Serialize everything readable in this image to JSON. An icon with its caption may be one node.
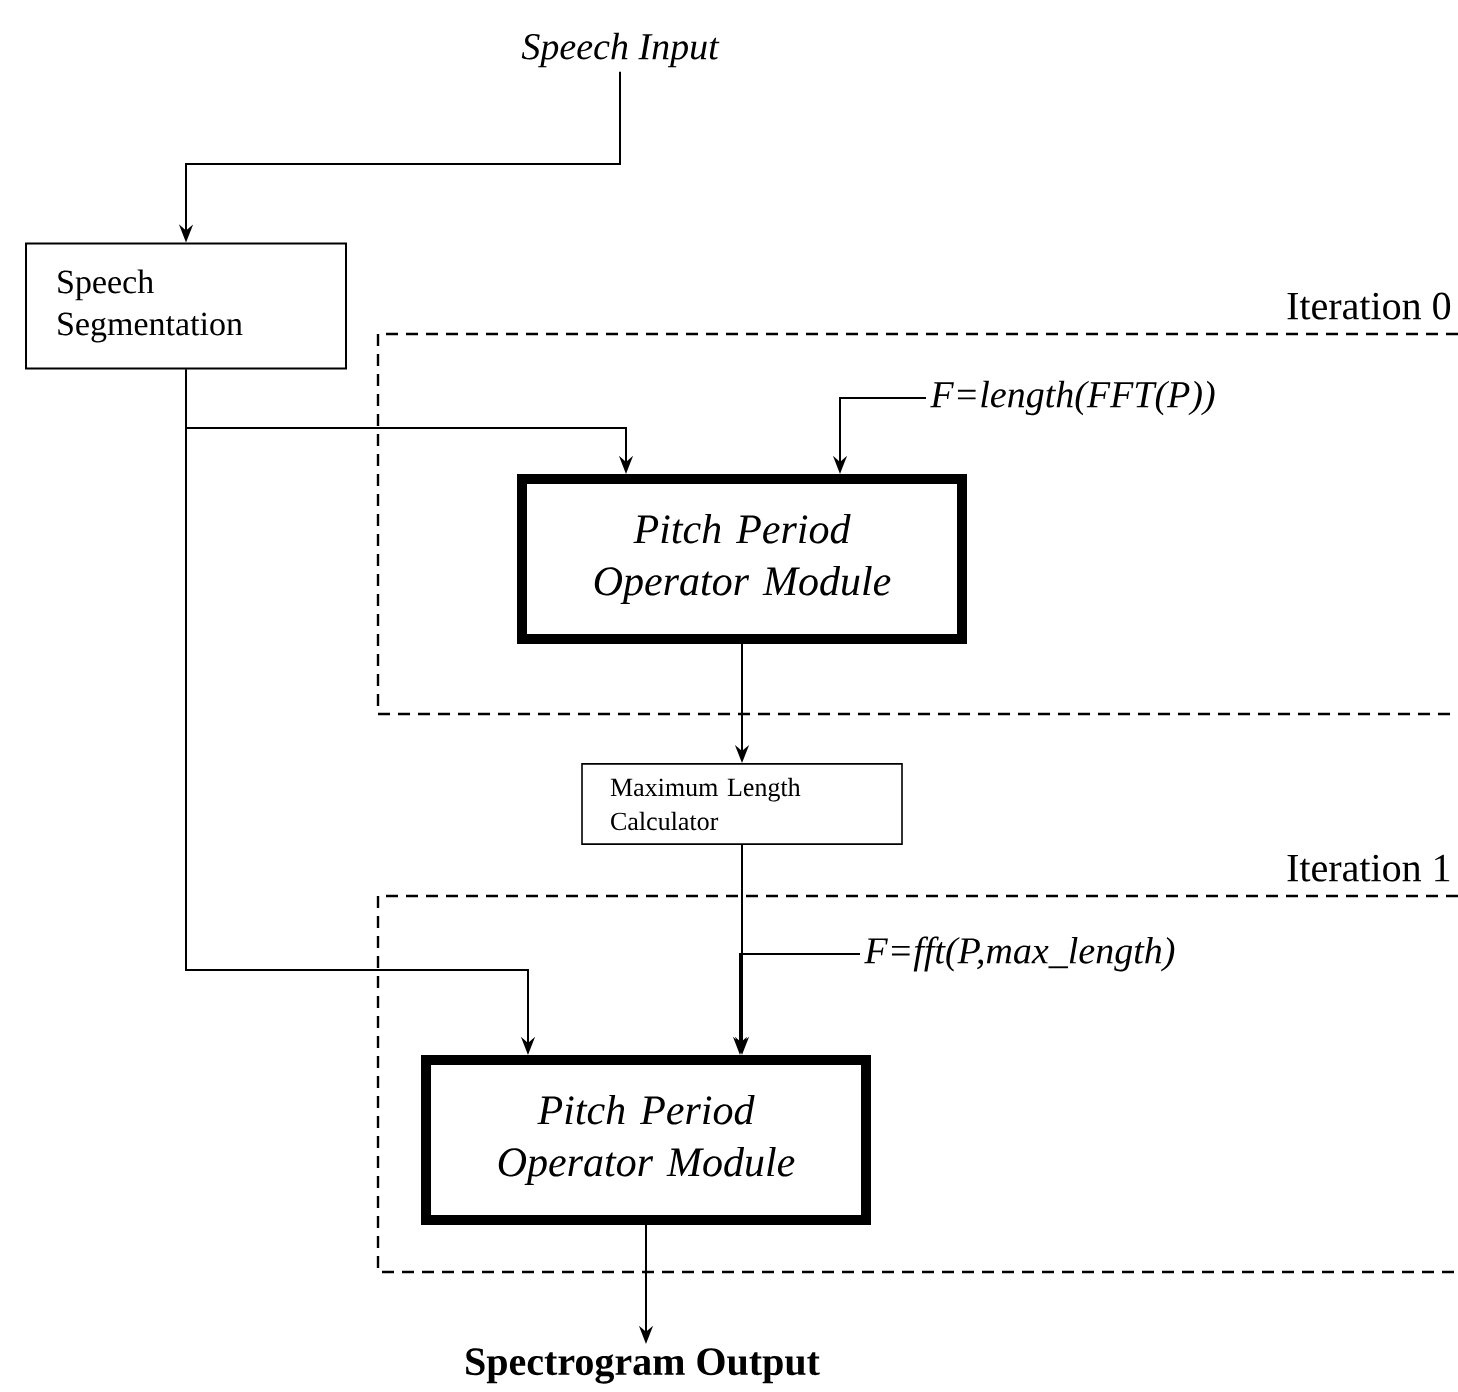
{
  "diagram": {
    "nodes": [
      {
        "text": [
          "Speech Input"
        ]
      },
      {
        "text": [
          "Speech Segmentation"
        ]
      },
      {
        "text": [
          "Iteration 0"
        ]
      },
      {
        "text": [
          "F=length(FFT(P))"
        ],
        "in": 2
      },
      {
        "text": [
          "Pitch Period Operator Module"
        ],
        "in": 2
      },
      {
        "text": [
          "Maximum Length Calculator"
        ]
      },
      {
        "text": [
          "Iteration 1"
        ]
      },
      {
        "text": [
          "F=fft(P,max_length)"
        ],
        "in": 6
      },
      {
        "text": [
          "Pitch Period Operator Module"
        ],
        "in": 6
      },
      {
        "text": [
          "Spectrogram Output"
        ]
      }
    ],
    "edges": [
      {
        "from": 0,
        "to": 1,
        "arrow": "to"
      },
      {
        "from": 1,
        "to": 4,
        "arrow": "to"
      },
      {
        "from": 3,
        "to": 4,
        "arrow": "to"
      },
      {
        "from": 4,
        "to": 5,
        "arrow": "to"
      },
      {
        "from": 1,
        "to": 8,
        "arrow": "to"
      },
      {
        "from": 5,
        "to": 8,
        "arrow": "to"
      },
      {
        "from": 7,
        "to": 8,
        "arrow": "to"
      },
      {
        "from": 8,
        "to": 9,
        "arrow": "to"
      }
    ]
  }
}
